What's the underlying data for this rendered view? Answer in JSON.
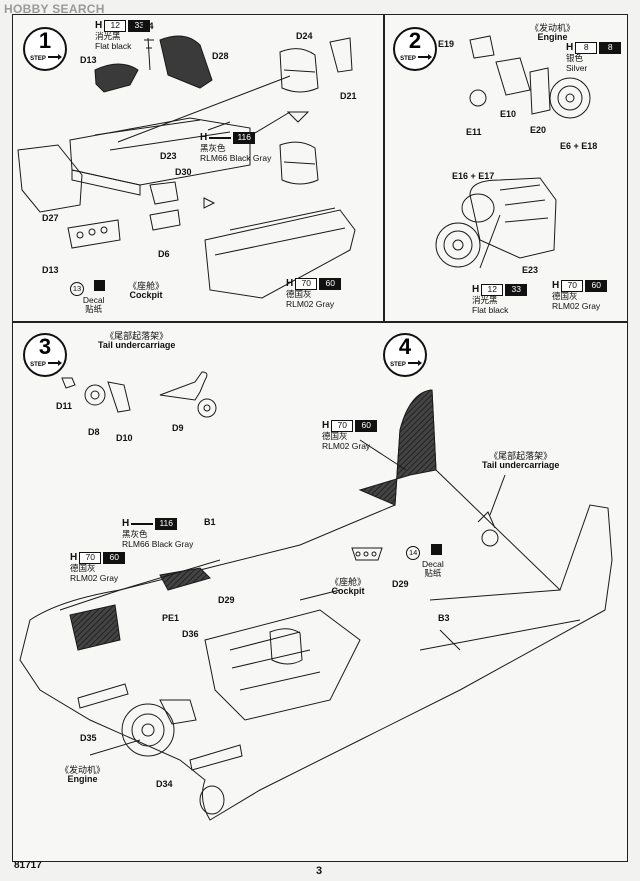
{
  "watermark": "HOBBY SEARCH",
  "product_code": "81717",
  "page_number": "3",
  "step1": {
    "badge_number": "1",
    "badge_word": "STEP",
    "paint_flat_black": {
      "h": "H",
      "n1": "12",
      "n2": "33",
      "zh": "消光黑",
      "en": "Flat black"
    },
    "paint_black_gray": {
      "h": "H",
      "n1": "",
      "n2": "116",
      "zh": "黑灰色",
      "en": "RLM66 Black Gray"
    },
    "paint_rlm02": {
      "h": "H",
      "n1": "70",
      "n2": "60",
      "zh": "德国灰",
      "en": "RLM02 Gray"
    },
    "parts": [
      "D4",
      "D28",
      "D13",
      "D24",
      "D21",
      "D23",
      "D27",
      "D30",
      "D6",
      "D13"
    ],
    "decal_number": "13",
    "decal_en": "Decal",
    "decal_zh": "贴纸",
    "cockpit_zh": "《座舱》",
    "cockpit_en": "Cockpit"
  },
  "step2": {
    "badge_number": "2",
    "badge_word": "STEP",
    "engine_zh": "《发动机》",
    "engine_en": "Engine",
    "paint_silver": {
      "h": "H",
      "n1": "8",
      "n2": "8",
      "zh": "银色",
      "en": "Silver"
    },
    "paint_flat_black": {
      "h": "H",
      "n1": "12",
      "n2": "33",
      "zh": "消光黑",
      "en": "Flat black"
    },
    "paint_rlm02": {
      "h": "H",
      "n1": "70",
      "n2": "60",
      "zh": "德国灰",
      "en": "RLM02 Gray"
    },
    "parts": [
      "E19",
      "E11",
      "E10",
      "E20",
      "E6 + E18",
      "E16 + E17",
      "E23"
    ]
  },
  "step3": {
    "badge_number": "3",
    "badge_word": "STEP",
    "title_zh": "《尾部起落架》",
    "title_en": "Tail undercarriage",
    "parts": [
      "D11",
      "D8",
      "D10",
      "D9"
    ]
  },
  "step4": {
    "badge_number": "4",
    "badge_word": "STEP",
    "paint_tail": {
      "h": "H",
      "n1": "70",
      "n2": "60",
      "zh": "德国灰",
      "en": "RLM02 Gray"
    },
    "paint_black_gray": {
      "h": "H",
      "n1": "",
      "n2": "116",
      "zh": "黑灰色",
      "en": "RLM66 Black Gray"
    },
    "paint_rlm02": {
      "h": "H",
      "n1": "70",
      "n2": "60",
      "zh": "德国灰",
      "en": "RLM02 Gray"
    },
    "tail_zh": "《尾部起落架》",
    "tail_en": "Tail undercarriage",
    "cockpit_zh": "《座舱》",
    "cockpit_en": "Cockpit",
    "engine_zh": "《发动机》",
    "engine_en": "Engine",
    "decal_number": "14",
    "decal_en": "Decal",
    "decal_zh": "贴纸",
    "parts": [
      "B1",
      "D29",
      "D29",
      "PE1",
      "D36",
      "B3",
      "D35",
      "D34"
    ]
  }
}
